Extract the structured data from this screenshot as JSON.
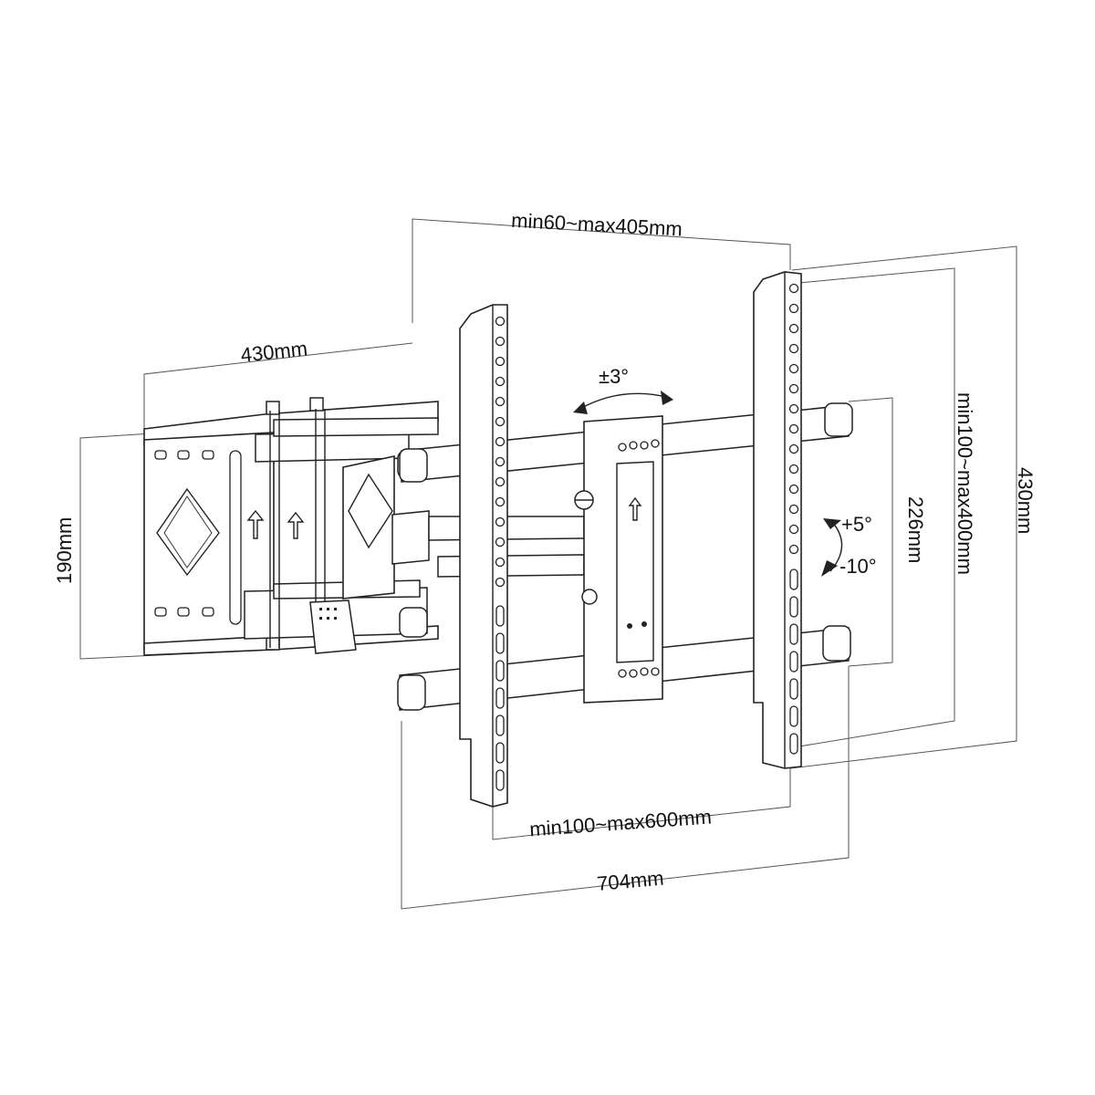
{
  "dimensions": {
    "vesa_vertical_range": "min60~max405mm",
    "wall_plate_width": "430mm",
    "wall_plate_height": "190mm",
    "vesa_horizontal_range": "min100~max600mm",
    "overall_width": "704mm",
    "arm_spacing": "226mm",
    "vesa_vertical_max": "min100~max400mm",
    "overall_height": "430mm"
  },
  "angles": {
    "swivel": "±3°",
    "tilt_up": "+5°",
    "tilt_down": "-10°"
  }
}
